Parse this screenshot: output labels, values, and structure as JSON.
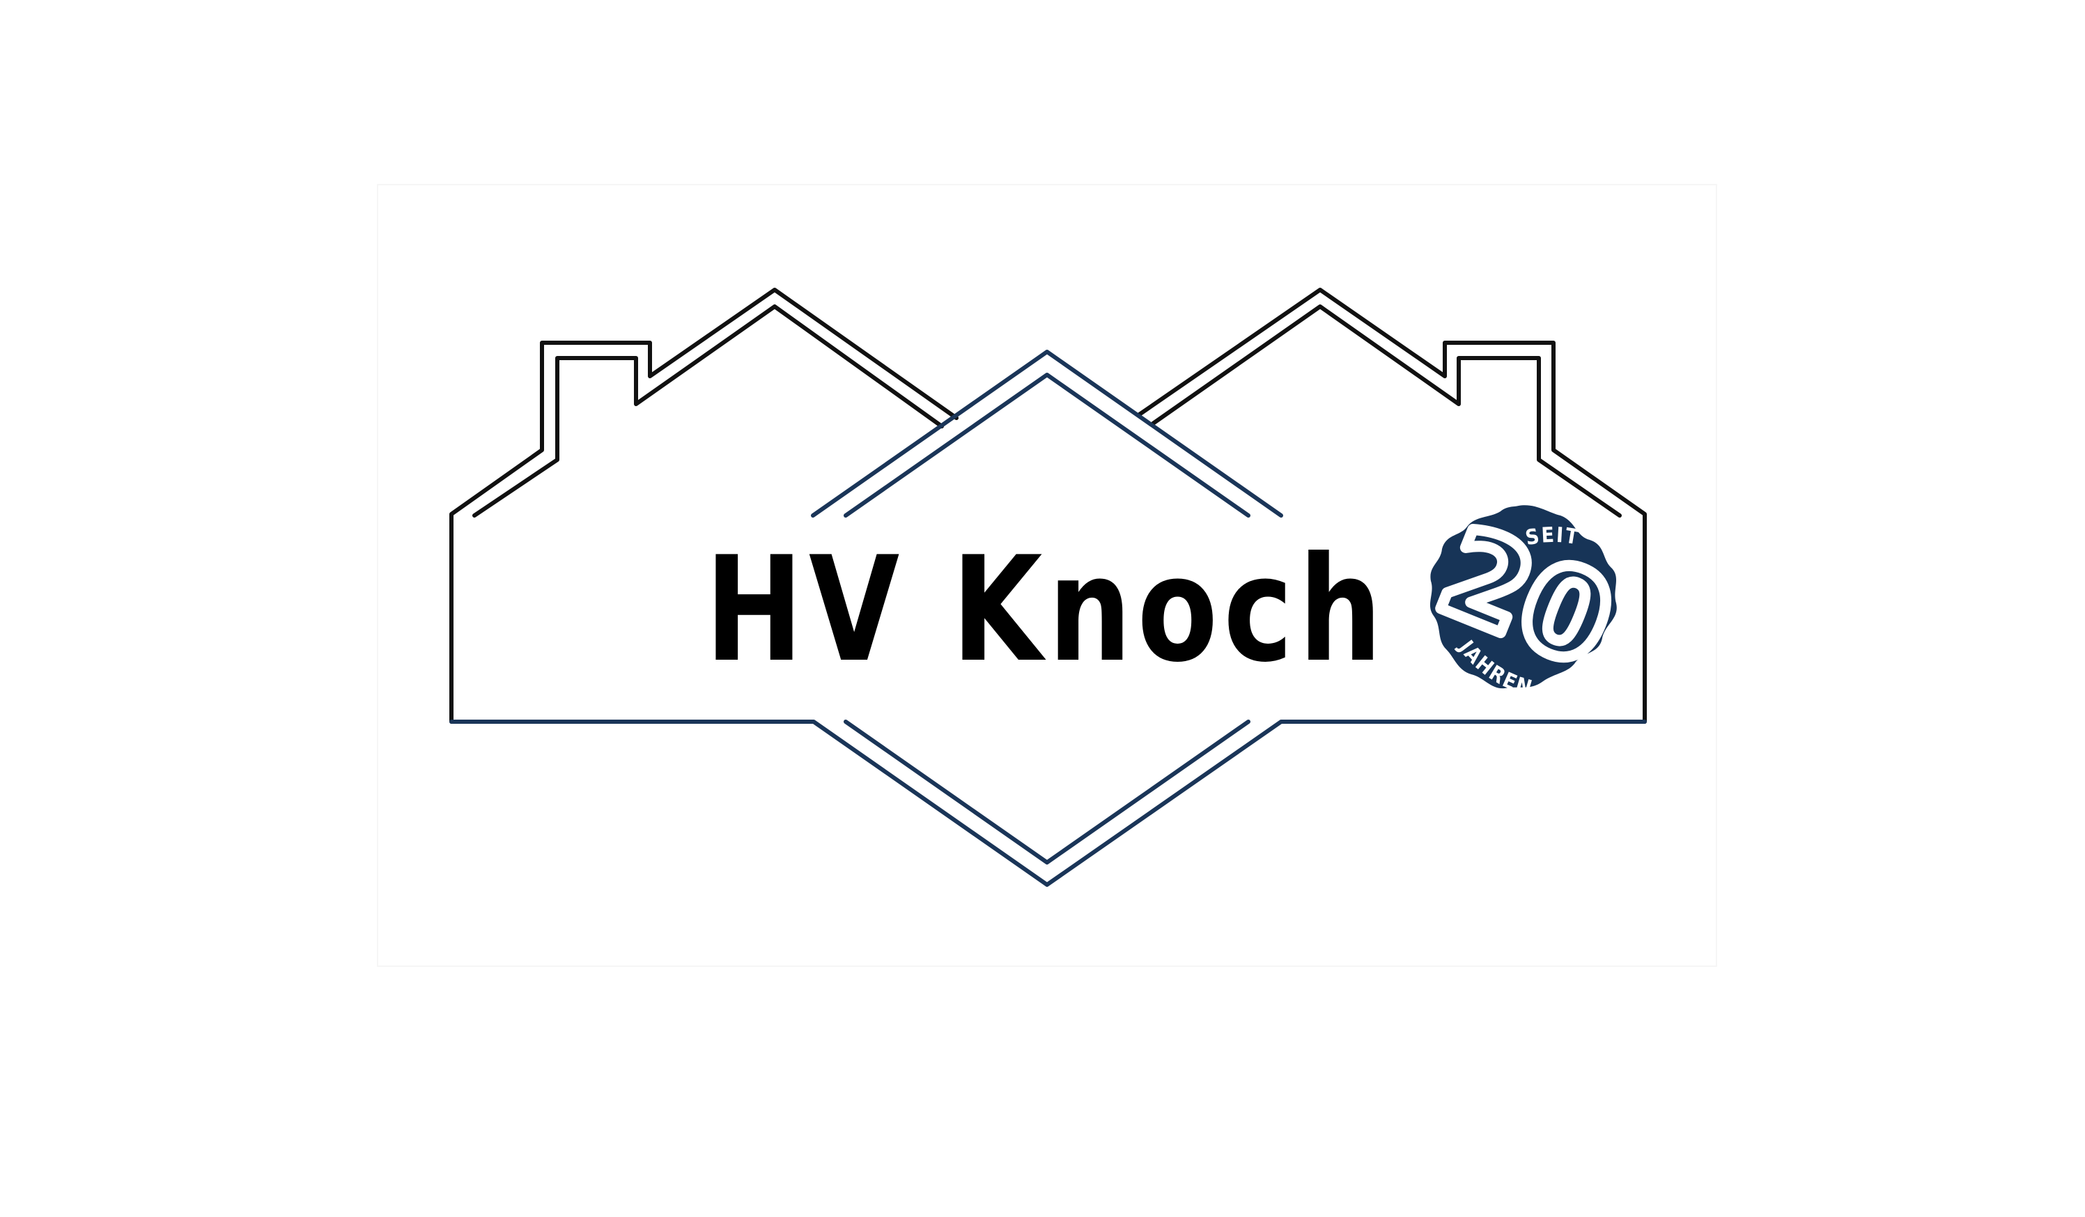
{
  "logo": {
    "brand_name": "HV Knoch",
    "badge": {
      "top_text": "SEIT",
      "number": "20",
      "bottom_text": "JAHREN"
    }
  },
  "colors": {
    "background": "#ffffff",
    "outline_black": "#111111",
    "outline_navy": "#1a3558",
    "badge_fill": "#173457",
    "badge_text": "#ffffff",
    "brand_text": "#000000"
  },
  "icons": {
    "house_outline": "house-roofline-icon",
    "badge": "rosette-badge-icon"
  }
}
